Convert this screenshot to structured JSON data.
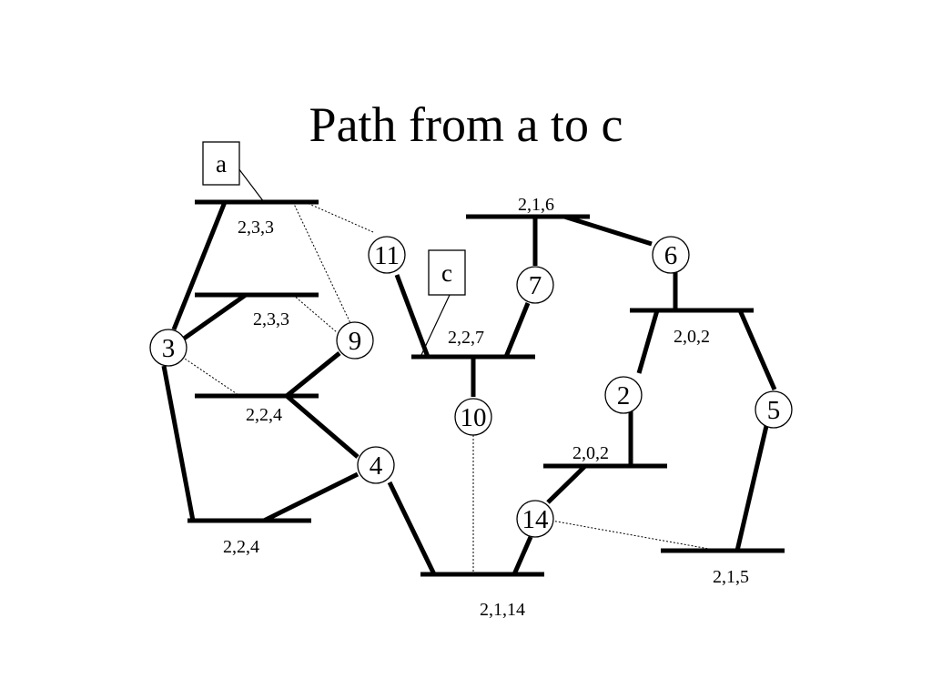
{
  "title": "Path from a to c",
  "boxes": {
    "a": "a",
    "c": "c"
  },
  "nodes": {
    "n2": "2",
    "n3": "3",
    "n4": "4",
    "n5": "5",
    "n6": "6",
    "n7": "7",
    "n9": "9",
    "n10": "10",
    "n11": "11",
    "n14": "14"
  },
  "segments": {
    "s1": "2,3,3",
    "s2": "2,3,3",
    "s3": "2,2,4",
    "s4": "2,2,4",
    "s5": "2,1,6",
    "s6": "2,2,7",
    "s7": "2,0,2",
    "s8": "2,0,2",
    "s9": "2,1,14",
    "s10": "2,1,5"
  }
}
